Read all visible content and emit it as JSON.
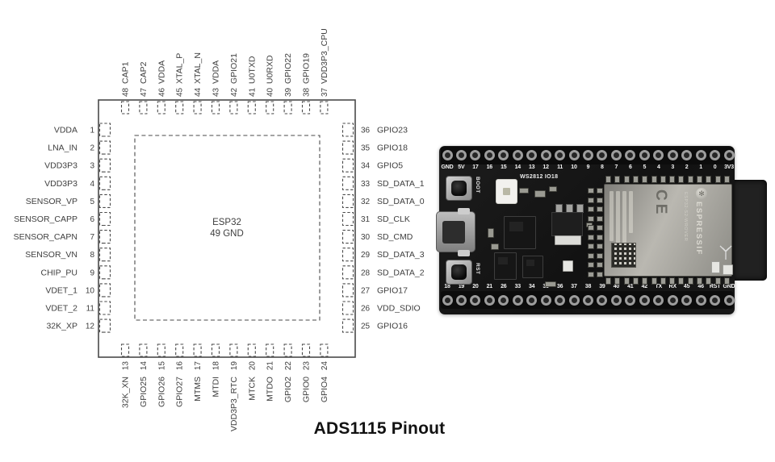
{
  "title": "ADS1115 Pinout",
  "diagram": {
    "chip_name": "ESP32",
    "ground_pad": "49 GND",
    "left_pins": [
      {
        "n": 1,
        "name": "VDDA"
      },
      {
        "n": 2,
        "name": "LNA_IN"
      },
      {
        "n": 3,
        "name": "VDD3P3"
      },
      {
        "n": 4,
        "name": "VDD3P3"
      },
      {
        "n": 5,
        "name": "SENSOR_VP"
      },
      {
        "n": 6,
        "name": "SENSOR_CAPP"
      },
      {
        "n": 7,
        "name": "SENSOR_CAPN"
      },
      {
        "n": 8,
        "name": "SENSOR_VN"
      },
      {
        "n": 9,
        "name": "CHIP_PU"
      },
      {
        "n": 10,
        "name": "VDET_1"
      },
      {
        "n": 11,
        "name": "VDET_2"
      },
      {
        "n": 12,
        "name": "32K_XP"
      }
    ],
    "top_pins": [
      {
        "n": 48,
        "name": "CAP1"
      },
      {
        "n": 47,
        "name": "CAP2"
      },
      {
        "n": 46,
        "name": "VDDA"
      },
      {
        "n": 45,
        "name": "XTAL_P"
      },
      {
        "n": 44,
        "name": "XTAL_N"
      },
      {
        "n": 43,
        "name": "VDDA"
      },
      {
        "n": 42,
        "name": "GPIO21"
      },
      {
        "n": 41,
        "name": "U0TXD"
      },
      {
        "n": 40,
        "name": "U0RXD"
      },
      {
        "n": 39,
        "name": "GPIO22"
      },
      {
        "n": 38,
        "name": "GPIO19"
      },
      {
        "n": 37,
        "name": "VDD3P3_CPU"
      }
    ],
    "right_pins": [
      {
        "n": 36,
        "name": "GPIO23"
      },
      {
        "n": 35,
        "name": "GPIO18"
      },
      {
        "n": 34,
        "name": "GPIO5"
      },
      {
        "n": 33,
        "name": "SD_DATA_1"
      },
      {
        "n": 32,
        "name": "SD_DATA_0"
      },
      {
        "n": 31,
        "name": "SD_CLK"
      },
      {
        "n": 30,
        "name": "SD_CMD"
      },
      {
        "n": 29,
        "name": "SD_DATA_3"
      },
      {
        "n": 28,
        "name": "SD_DATA_2"
      },
      {
        "n": 27,
        "name": "GPIO17"
      },
      {
        "n": 26,
        "name": "VDD_SDIO"
      },
      {
        "n": 25,
        "name": "GPIO16"
      }
    ],
    "bottom_pins": [
      {
        "n": 13,
        "name": "32K_XN"
      },
      {
        "n": 14,
        "name": "GPIO25"
      },
      {
        "n": 15,
        "name": "GPIO26"
      },
      {
        "n": 16,
        "name": "GPIO27"
      },
      {
        "n": 17,
        "name": "MTMS"
      },
      {
        "n": 18,
        "name": "MTDI"
      },
      {
        "n": 19,
        "name": "VDD3P3_RTC"
      },
      {
        "n": 20,
        "name": "MTCK"
      },
      {
        "n": 21,
        "name": "MTDO"
      },
      {
        "n": 22,
        "name": "GPIO2"
      },
      {
        "n": 23,
        "name": "GPIO0"
      },
      {
        "n": 24,
        "name": "GPIO4"
      }
    ]
  },
  "board": {
    "top_row": [
      "GND",
      "5V",
      "17",
      "16",
      "15",
      "14",
      "13",
      "12",
      "11",
      "10",
      "9",
      "8",
      "7",
      "6",
      "5",
      "4",
      "3",
      "2",
      "1",
      "0",
      "3V3"
    ],
    "bottom_row": [
      "18",
      "19",
      "20",
      "21",
      "26",
      "33",
      "34",
      "35",
      "36",
      "37",
      "38",
      "39",
      "40",
      "41",
      "42",
      "TX",
      "RX",
      "45",
      "46",
      "RST",
      "GND"
    ],
    "boot_label": "BOOT",
    "rst_label": "RST",
    "led_label": "WS2812 IO18",
    "module": {
      "brand": "ESPRESSIF",
      "model": "ESP32-S2-WROVER",
      "ce_mark": "CE",
      "logo_glyph": "✻"
    }
  },
  "colors": {
    "diagram_line": "#4a4a4a",
    "diagram_text": "#3e3e3e",
    "pcb": "#161616",
    "silkscreen": "#f4f4f4",
    "shield": "#a9a7a1",
    "antenna": "#212121",
    "title_text": "#121212"
  }
}
